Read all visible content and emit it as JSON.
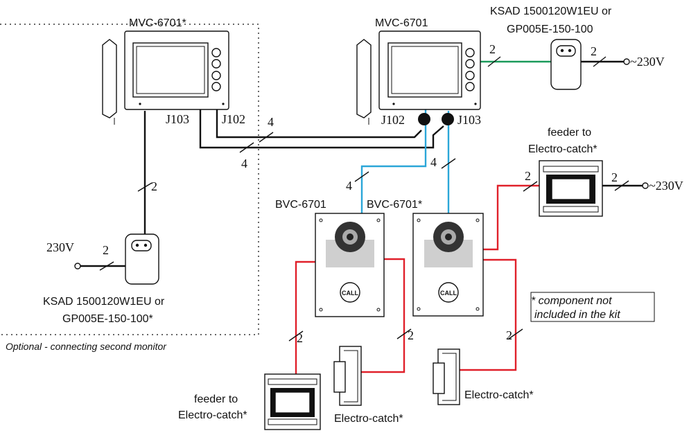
{
  "monitor_left": {
    "model": "MVC-6701*",
    "port_a": "J103",
    "port_b": "J102"
  },
  "monitor_right": {
    "model": "MVC-6701",
    "port_a": "J102",
    "port_b": "J103"
  },
  "psu_top": {
    "line1": "KSAD 1500120W1EU or",
    "line2": "GP005E-150-100"
  },
  "psu_left": {
    "line1": "KSAD 1500120W1EU or",
    "line2": "GP005E-150-100*"
  },
  "mains_top": "~230V",
  "mains_feeder": "~230V",
  "mains_left": "230V",
  "panel_left": {
    "model": "BVC-6701",
    "button": "CALL"
  },
  "panel_right": {
    "model": "BVC-6701*",
    "button": "CALL"
  },
  "feeder_top": {
    "line1": "feeder to",
    "line2": "Electro-catch*"
  },
  "feeder_bottom": {
    "line1": "feeder to",
    "line2": "Electro-catch*"
  },
  "catch_left": "Electro-catch*",
  "catch_right": "Electro-catch*",
  "note": {
    "line1": "* component not",
    "line2": "included in the kit"
  },
  "optional_caption": "Optional - connecting second monitor",
  "wire_counts": {
    "green": "2",
    "mains_top": "2",
    "j102_link": "4",
    "j103_link": "4",
    "blue_left": "4",
    "blue_right": "4",
    "left_monitor_psu": "2",
    "left_mains": "2",
    "feeder_top_in": "2",
    "feeder_top_out": "2",
    "red_bl": "2",
    "red_catch1": "2",
    "red_catch2": "2"
  },
  "colors": {
    "wire_black": "#111111",
    "wire_red": "#e0202a",
    "wire_blue": "#2aa6d8",
    "wire_green": "#1a9a5a"
  }
}
